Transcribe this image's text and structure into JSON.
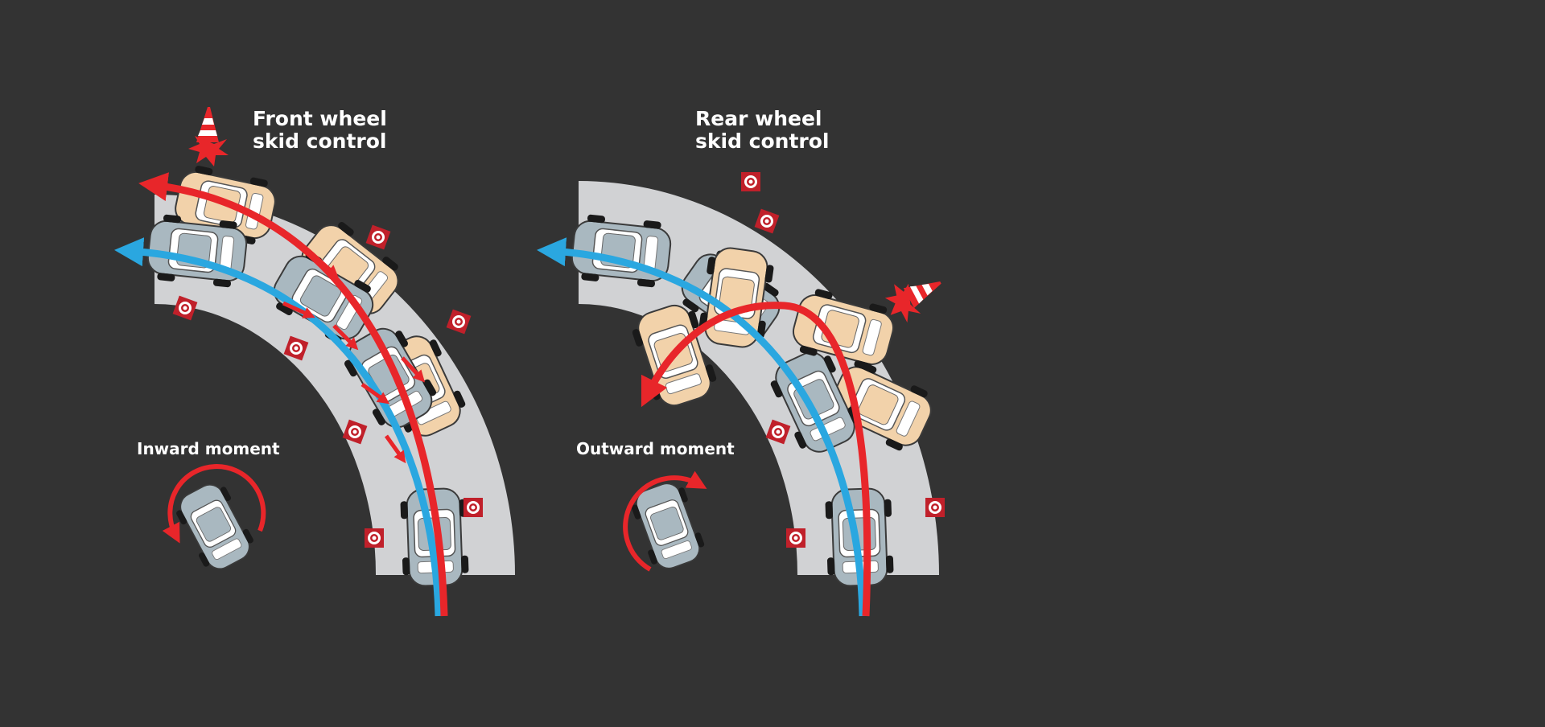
{
  "colors": {
    "background": "#333333",
    "track": "#d1d2d4",
    "intended_path": "#2aa7e0",
    "skid_path": "#e8262a",
    "car_grey": "#a9b8c0",
    "car_tan": "#f2d2aa",
    "tyre": "#1a1a1a"
  },
  "panels": [
    {
      "title_line1": "Front wheel",
      "title_line2": "skid control",
      "moment_label": "Inward moment",
      "hazard_icon": "traffic-cone-impact-icon",
      "marker_icon": "cone-marker-icon",
      "moment_icon": "counter-clockwise-rotation-icon"
    },
    {
      "title_line1": "Rear wheel",
      "title_line2": "skid control",
      "moment_label": "Outward moment",
      "hazard_icon": "traffic-cone-impact-icon",
      "marker_icon": "cone-marker-icon",
      "moment_icon": "clockwise-rotation-icon"
    }
  ]
}
